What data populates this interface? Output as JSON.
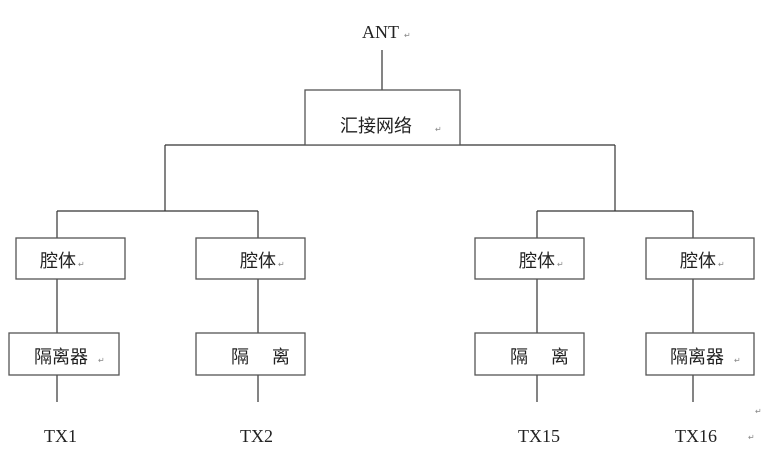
{
  "antenna": {
    "label": "ANT"
  },
  "combiner": {
    "label": "汇接网络"
  },
  "branches": [
    {
      "cavity": "腔体",
      "isolator": "隔离器",
      "tx": "TX1"
    },
    {
      "cavity": "腔体",
      "isolator": "隔    离",
      "tx": "TX2"
    },
    {
      "cavity": "腔体",
      "isolator": "隔    离",
      "tx": "TX15"
    },
    {
      "cavity": "腔体",
      "isolator": "隔离器",
      "tx": "TX16"
    }
  ],
  "paragraph_mark": "↵"
}
